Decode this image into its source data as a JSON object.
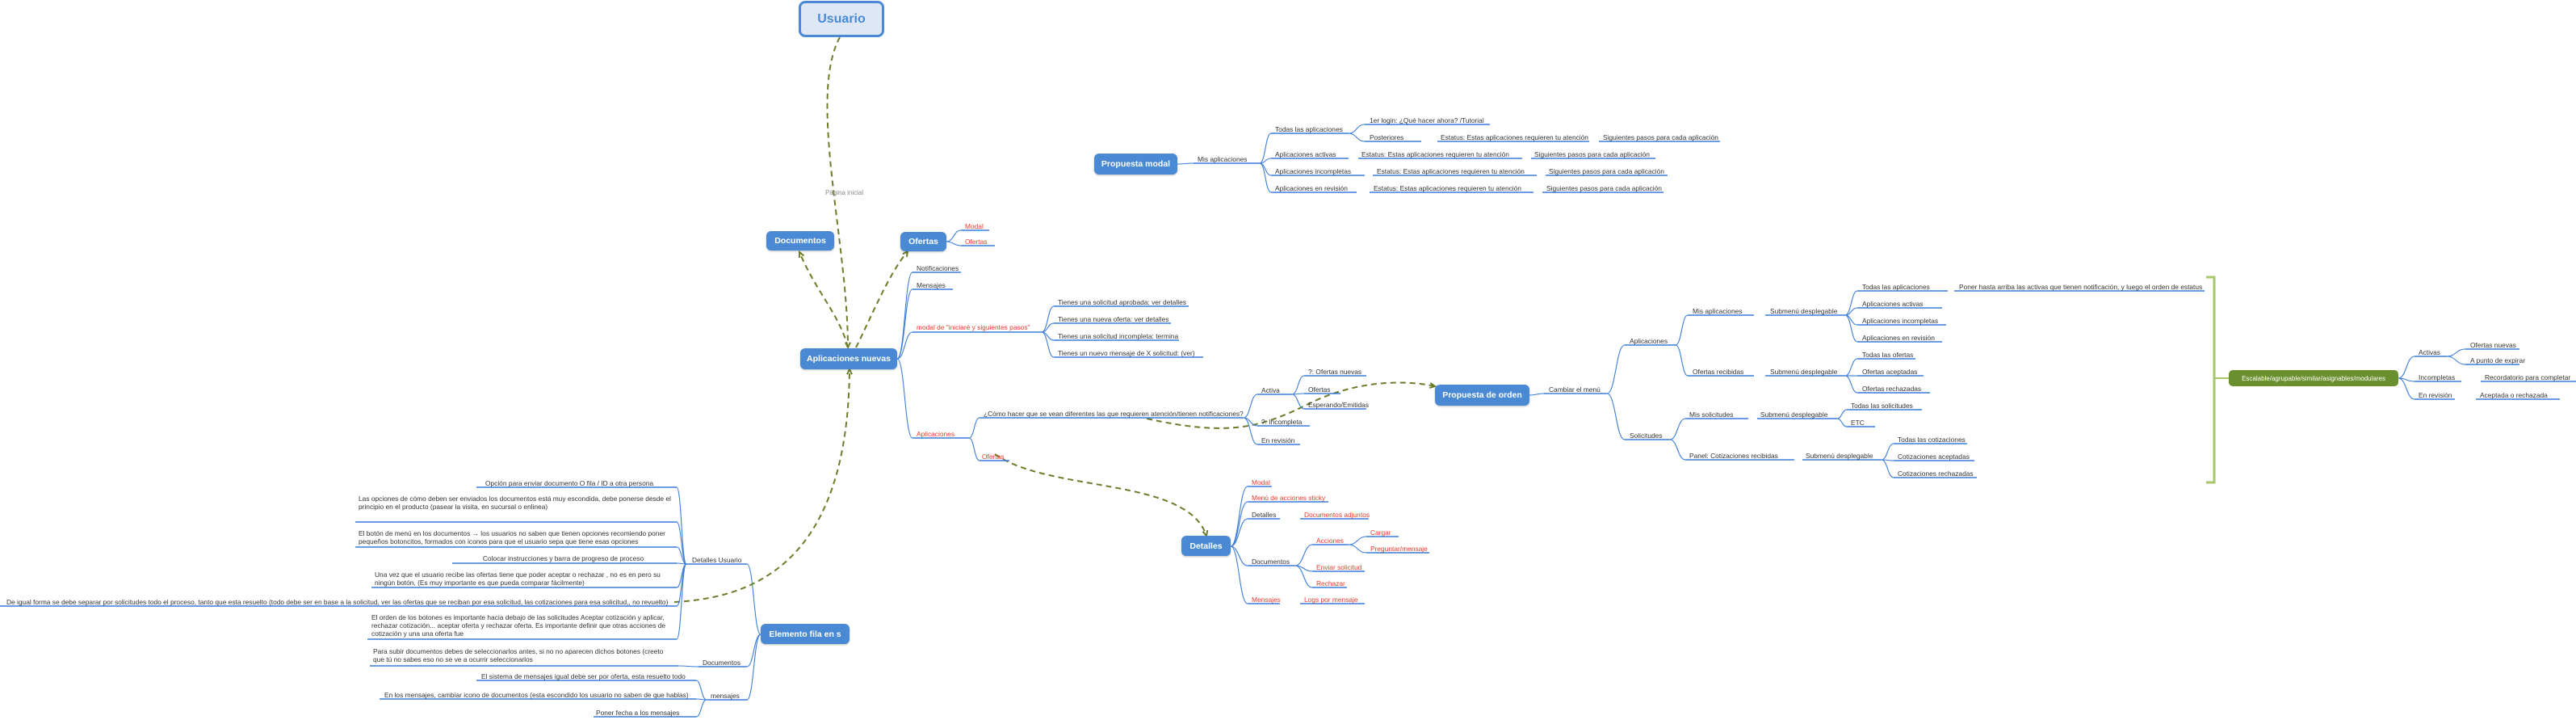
{
  "root": "Usuario",
  "root_link_note": "Página inicial",
  "main": {
    "documentos": "Documentos",
    "ofertas": "Ofertas",
    "aplicaciones_nuevas": "Aplicaciones nuevas",
    "propuesta_modal": "Propuesta modal",
    "propuesta_orden": "Propuesta de orden",
    "detalles": "Detalles",
    "elemento_fila": "Elemento fila en s"
  },
  "ofertas_children": [
    "Modal",
    "Ofertas"
  ],
  "aplicaciones_nuevas_children": {
    "notificaciones": "Notificaciones",
    "mensajes": "Mensajes",
    "modal_iniciar": "modal de \"iniciaré y siguientes pasos\"",
    "modal_items": [
      "Tienes una solicitud aprobada: ver detalles",
      "Tienes una nueva oferta: ver detalles",
      "Tienes una solicitud incompleta: termina",
      "Tienes un nuevo mensaje de X solicitud: (ver)"
    ],
    "aplicaciones": "Aplicaciones",
    "como_hacer": "¿Cómo hacer que se vean diferentes las que requieren atención/tienen notificaciones?",
    "ofertas_red": "Ofertas"
  },
  "activa_group": {
    "activa": "Activa",
    "items": [
      "?: Ofertas nuevas",
      "Ofertas",
      "Esperando/Emitidas"
    ],
    "incompleta": "?: Incompleta",
    "en_revision": "En revisión"
  },
  "propuesta_modal_tree": {
    "mis_aplicaciones": "Mis aplicaciones",
    "todas": "Todas las aplicaciones",
    "primer_login": "1er login: ¿Qué hacer ahora? /Tutorial",
    "posteriores": "Posteriores",
    "estatus_posteriores": "Estatus: Estas aplicaciones requieren tu atención",
    "siguientes": "Siguientes pasos para cada aplicación",
    "rows": [
      {
        "name": "Aplicaciones activas",
        "estatus": "Estatus: Estas aplicaciones requieren tu atención",
        "next": "Siguientes pasos para cada aplicación"
      },
      {
        "name": "Aplicaciones incompletas",
        "estatus": "Estatus: Estas aplicaciones requieren tu atención",
        "next": "Siguientes pasos para cada aplicación"
      },
      {
        "name": "Aplicaciones en revisión",
        "estatus": "Estatus: Estas aplicaciones requieren tu atención",
        "next": "Siguientes pasos para cada aplicación"
      }
    ]
  },
  "propuesta_orden_tree": {
    "cambiar_menu": "Cambiar el menú",
    "aplicaciones": "Aplicaciones",
    "solicitudes": "Solicitudes",
    "mis_aplicaciones": "Mis aplicaciones",
    "ofertas_recibidas": "Ofertas recibidas",
    "mis_solicitudes": "Mis solicitudes",
    "panel_cotizaciones": "Panel: Cotizaciones recibidas",
    "submenu": "Submenú desplegable",
    "apps_items": [
      "Todas las aplicaciones",
      "Aplicaciones activas",
      "Aplicaciones incompletas",
      "Aplicaciones en revisión"
    ],
    "poner_hasta": "Poner hasta arriba las activas que tienen notificación, y luego el orden de estatus",
    "ofertas_items": [
      "Todas las ofertas",
      "Ofertas aceptadas",
      "Ofertas rechazadas"
    ],
    "solicitudes_items": [
      "Todas las solicitudes",
      "ETC"
    ],
    "cotizaciones_items": [
      "Todas las cotizaciones",
      "Cotizaciones aceptadas",
      "Cotizaciones rechazadas"
    ]
  },
  "green_group": {
    "label": "Escalable/agrupable/similar/asignables/modulares",
    "activas": "Activas",
    "activas_items": [
      "Ofertas nuevas",
      "A punto de expirar"
    ],
    "incompletas": "Incompletas",
    "incompletas_item": "Recordatorio para completar",
    "en_revision": "En revisión",
    "en_revision_item": "Aceptada o rechazada"
  },
  "detalles_tree": {
    "modal": "Modal",
    "menu": "Menú de acciones sticky",
    "detalles": "Detalles",
    "documentos_adjuntos": "Documentos adjuntos",
    "documentos": "Documentos",
    "acciones": "Acciones",
    "cargar": "Cargar",
    "preguntar": "Preguntar/mensaje",
    "enviar": "Enviar solicitud",
    "rechazar": "Rechazar",
    "mensajes": "Mensajes",
    "logs": "Logs por mensaje"
  },
  "elemento_tree": {
    "detalles_usuario": "Detalles Usuario",
    "documentos": "Documentos",
    "mensajes": "mensajes",
    "detalles_items": [
      "Opción para enviar documento O fila / ID a otra persona",
      "Las opciones de cómo deben ser enviados los documentos está muy escondida, debe ponerse desde el principio en el producto (pasear la visita, en sucursal o enlinea)",
      "El botón de menú en los documentos → los usuarios no saben que tienen opciones recomiendo poner pequeños botoncitos, formados con iconos para que el usuario sepa que tiene esas opciones",
      "Colocar instrucciones y barra de progreso de proceso",
      "Una vez que el usuario recibe las ofertas tiene que poder aceptar o rechazar , no es en pero su ningún botón, (Es muy importante es que pueda comparar fácilmente)",
      "De igual forma se debe separar por solicitudes todo el proceso, tanto que esta resuelto (todo debe ser en base a la solicitud, ver las ofertas que se reciban por esa solicitud, las cotizaciones para esa solicitud,, no revuelto)",
      "El orden de los botones es importante hacia debajo de las solicitudes Aceptar cotización y aplicar, rechazar cotización... aceptar oferta y rechazar oferta. Es importante definir que otras acciones de cotización y una una oferta fue"
    ],
    "documentos_items": [
      "Para subir documentos debes de seleccionarlos antes, si no no aparecen dichos botones (creeto que tú no sabes eso no se ve a ocurrir seleccionarlos"
    ],
    "mensajes_items": [
      "El sistema de mensajes igual debe ser por oferta, esta resuelto todo",
      "En los mensajes, cambiar icono de documentos (esta escondido los usuario no saben de que hablas)",
      "Poner fecha a los mensajes"
    ]
  },
  "colors": {
    "node_blue": "#4a8ad4",
    "line_blue": "#3b7dd8",
    "red_text": "#e8392b",
    "dashed_olive": "#6b7d2a",
    "green_node": "#6a8f2e",
    "bracket": "#a6c66a"
  }
}
